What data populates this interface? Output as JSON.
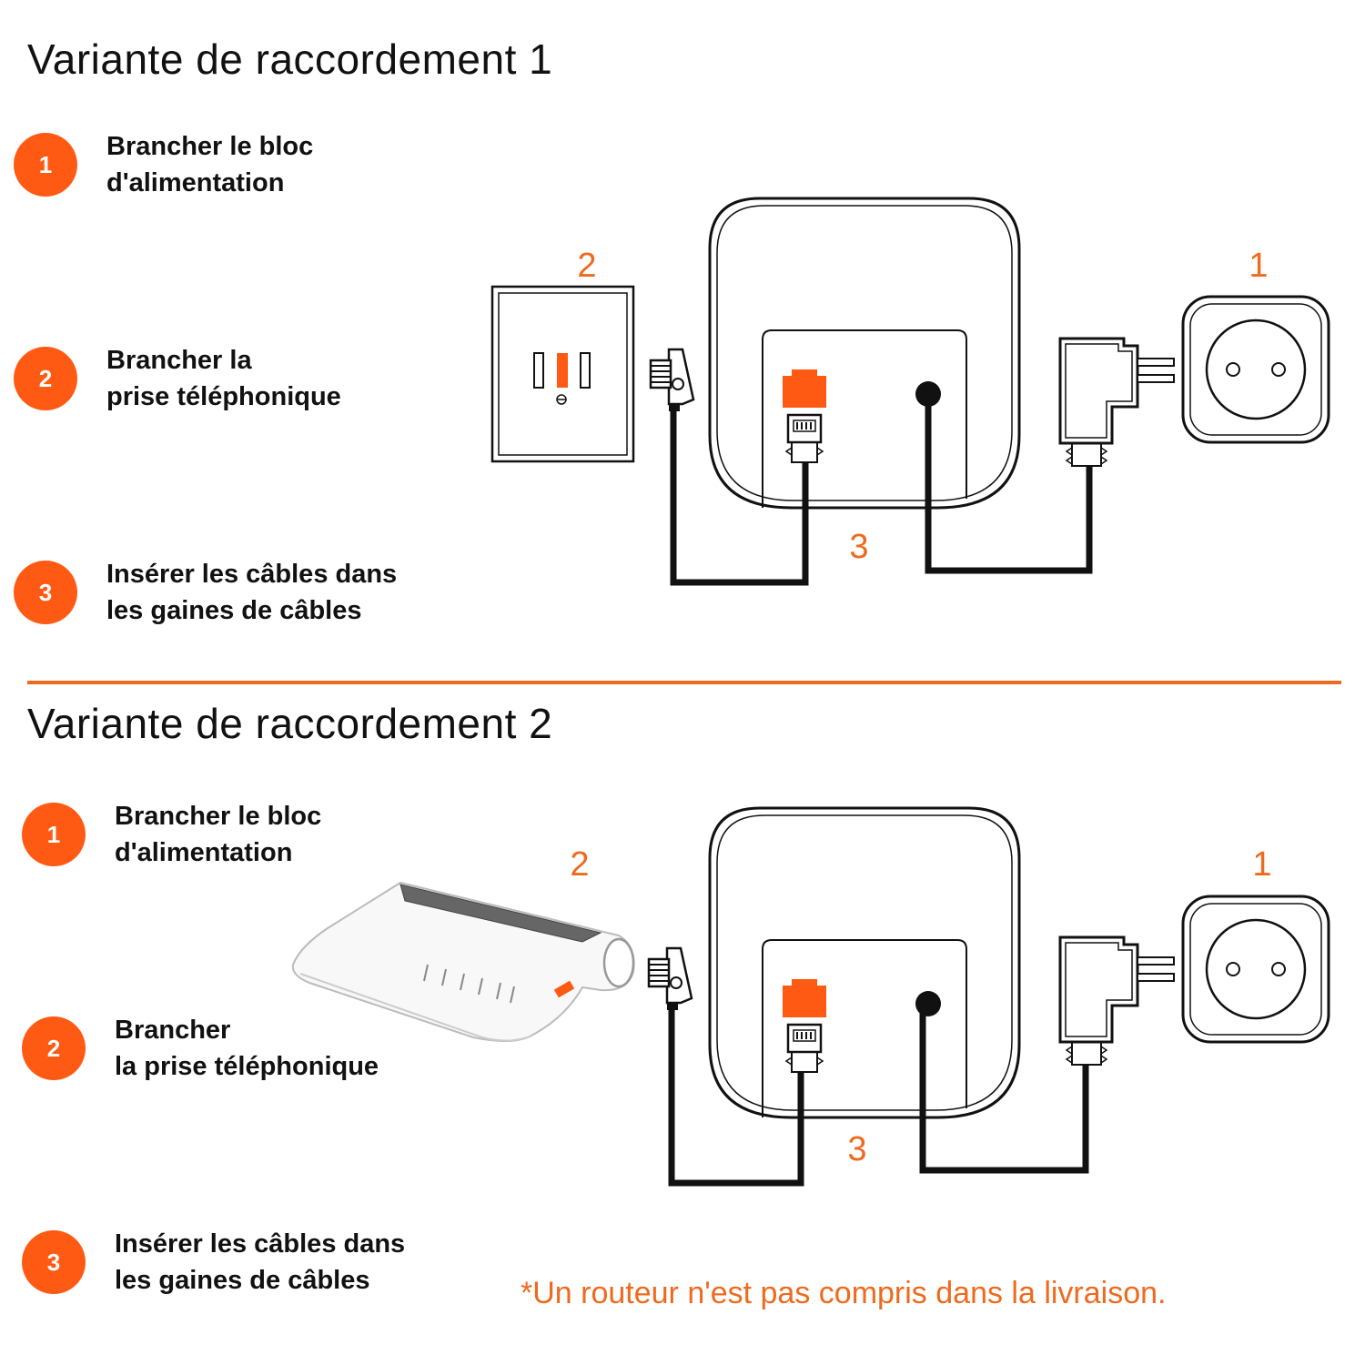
{
  "variant1": {
    "title": "Variante de raccordement 1",
    "steps": [
      {
        "number": "1",
        "line1": "Brancher le bloc",
        "line2": "d'alimentation"
      },
      {
        "number": "2",
        "line1": "Brancher la",
        "line2": "prise téléphonique"
      },
      {
        "number": "3",
        "line1": "Insérer les câbles dans",
        "line2": "les gaines de câbles"
      }
    ],
    "diagram_labels": {
      "wall_socket": "2",
      "power_outlet": "1",
      "cable_channel": "3"
    }
  },
  "variant2": {
    "title": "Variante de raccordement 2",
    "steps": [
      {
        "number": "1",
        "line1": "Brancher le bloc",
        "line2": "d'alimentation"
      },
      {
        "number": "2",
        "line1": "Brancher",
        "line2": "la prise téléphonique"
      },
      {
        "number": "3",
        "line1": "Insérer les câbles dans",
        "line2": "les gaines de câbles"
      }
    ],
    "diagram_labels": {
      "router": "2",
      "power_outlet": "1",
      "cable_channel": "3"
    }
  },
  "footnote": "*Un routeur n'est pas compris dans la livraison.",
  "colors": {
    "accent": "#ff5a14",
    "divider": "#ee6a1e",
    "line": "#111111"
  }
}
